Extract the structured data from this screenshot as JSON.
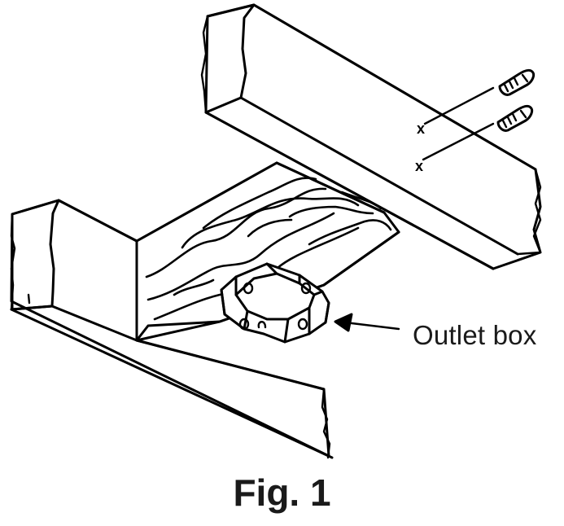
{
  "diagram": {
    "callout": {
      "label": "Outlet box"
    },
    "caption": "Fig. 1",
    "screw_marks": [
      "x",
      "x"
    ]
  }
}
